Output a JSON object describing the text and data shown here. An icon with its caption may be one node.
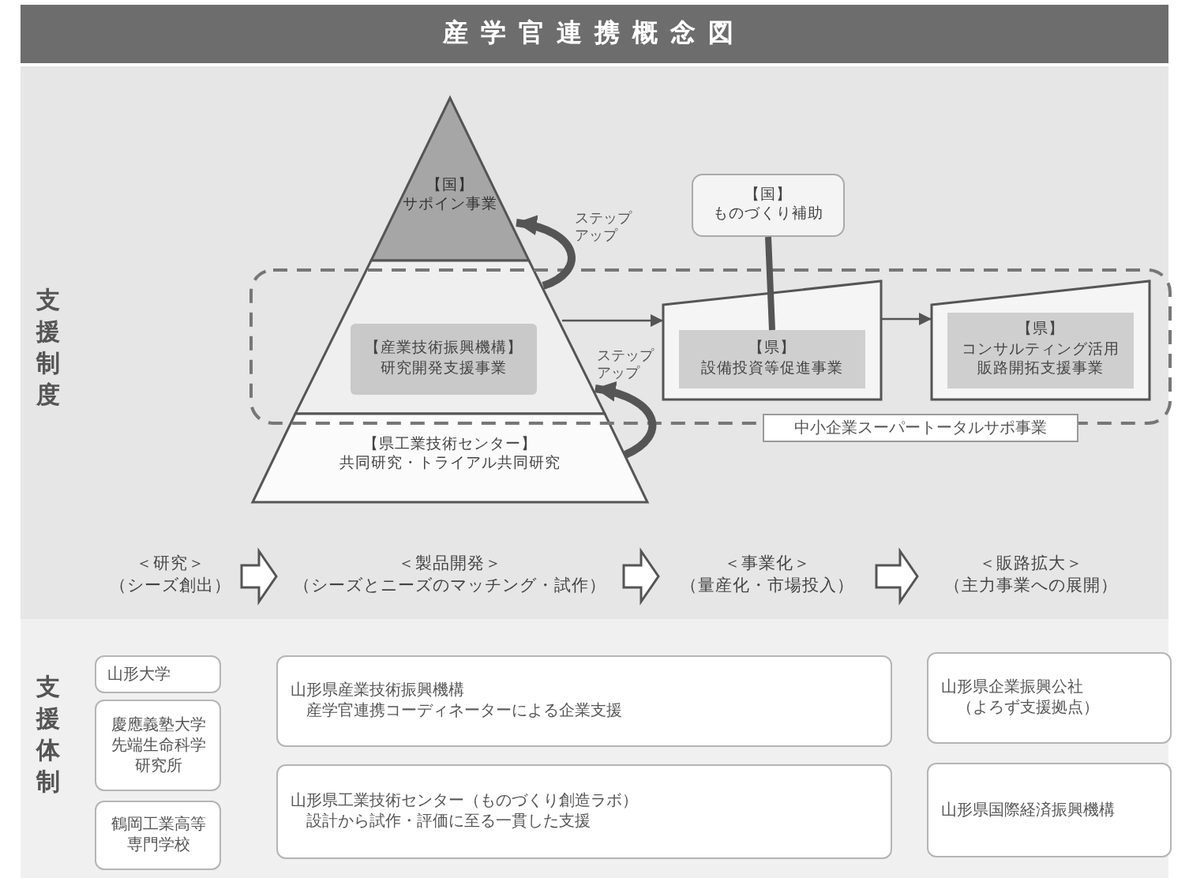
{
  "diagram": {
    "title": "産学官連携概念図",
    "nodes": [
      {
        "text": [
          "【国】",
          "サポイン事業"
        ]
      },
      {
        "text": [],
        "shape": "trapezoid"
      },
      {
        "text": [
          "【産業技術振興機構】",
          "研究開発支援事業"
        ],
        "in": 1
      },
      {
        "text": [
          "【県工業技術センター】",
          "共同研究・トライアル共同研究"
        ]
      },
      {
        "text": [
          "【国】",
          "ものづくり補助"
        ]
      },
      {
        "text": [
          "中小企業スーパートータルサポ事業"
        ]
      },
      {
        "text": [],
        "shape": "trapezoid",
        "in": 5
      },
      {
        "text": [
          "【県】",
          "設備投資等促進事業"
        ],
        "in": 6
      },
      {
        "text": [],
        "shape": "trapezoid",
        "in": 5
      },
      {
        "text": [
          "【県】",
          "コンサルティング活用販路開拓支援事業"
        ],
        "in": 8
      },
      {
        "text": [
          "＜研究＞",
          "（シーズ創出）"
        ]
      },
      {
        "text": [
          "＜製品開発＞",
          "（シーズとニーズのマッチング・試作）"
        ]
      },
      {
        "text": [
          "＜事業化＞",
          "（量産化・市場投入）"
        ]
      },
      {
        "text": [
          "＜販路拡大＞",
          "（主力事業への展開）"
        ]
      },
      {
        "text": [
          "山形大学"
        ]
      },
      {
        "text": [
          "慶應義塾大学先端生命科学研究所"
        ]
      },
      {
        "text": [
          "鶴岡工業高等専門学校"
        ]
      },
      {
        "text": [
          "山形県産業技術振興機構",
          "産学官連携コーディネーターによる企業支援"
        ]
      },
      {
        "text": [
          "山形県工業技術センター（ものづくり創造ラボ）",
          "設計から試作・評価に至る一貫した支援"
        ]
      },
      {
        "text": [
          "山形県企業振興公社",
          "（よろず支援拠点）"
        ]
      },
      {
        "text": [
          "山形県国際経済振興機構"
        ]
      }
    ],
    "edges": [
      {
        "from": 3,
        "to": 1,
        "arrow": "to",
        "label": "ステップアップ"
      },
      {
        "from": 1,
        "to": 0,
        "arrow": "to",
        "label": "ステップアップ"
      },
      {
        "from": 1,
        "to": 6,
        "arrow": "to"
      },
      {
        "from": 6,
        "to": 8,
        "arrow": "to"
      },
      {
        "from": 4,
        "to": 7,
        "arrow": "none"
      },
      {
        "from": 10,
        "to": 11,
        "arrow": "to"
      },
      {
        "from": 11,
        "to": 12,
        "arrow": "to"
      },
      {
        "from": 12,
        "to": 13,
        "arrow": "to"
      }
    ],
    "labels": [
      "支援制度",
      "支援体制"
    ]
  }
}
